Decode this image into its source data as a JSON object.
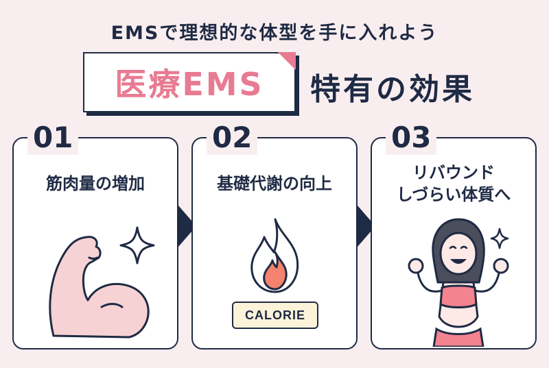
{
  "header": {
    "subtitle": "EMSで理想的な体型を手に入れよう",
    "title_highlight": "医療EMS",
    "title_suffix": "特有の効果"
  },
  "cards": [
    {
      "number": "01",
      "label": "筋肉量の増加",
      "icon": "flexed-arm-sparkle-icon"
    },
    {
      "number": "02",
      "label": "基礎代謝の向上",
      "icon": "flame-icon",
      "badge": "CALORIE"
    },
    {
      "number": "03",
      "label_line1": "リバウンド",
      "label_line2": "しづらい体質へ",
      "icon": "happy-woman-icon"
    }
  ],
  "colors": {
    "background": "#f8eef0",
    "navy": "#1f2a44",
    "pink": "#e87b92",
    "skin": "#f6d2d4",
    "flame": "#f3836e",
    "badge": "#fcf3d9"
  }
}
